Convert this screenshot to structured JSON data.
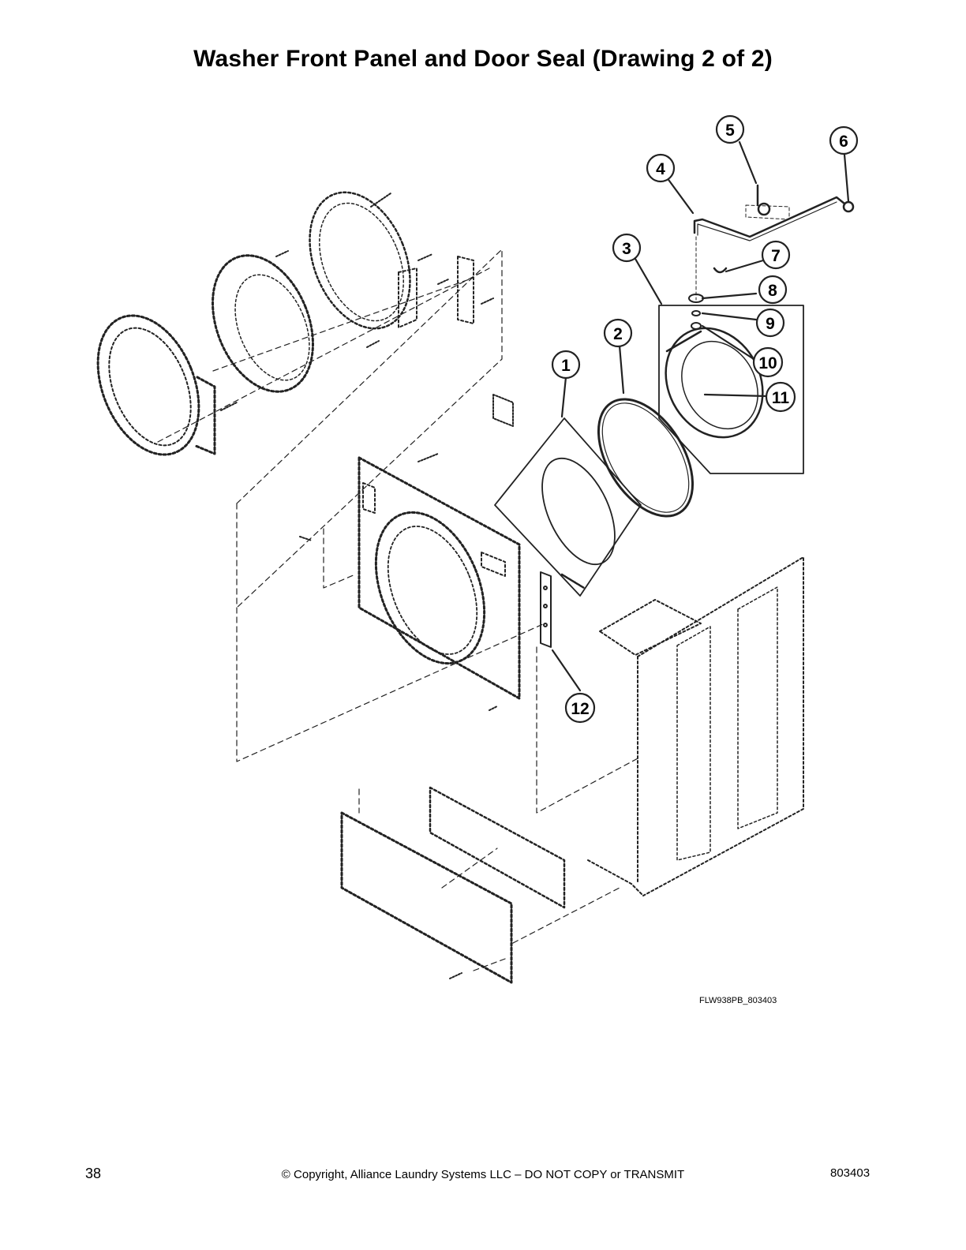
{
  "title": "Washer Front Panel and Door Seal (Drawing 2 of 2)",
  "drawing_id": "FLW938PB_803403",
  "footer": {
    "page_number": "38",
    "copyright": "© Copyright, Alliance Laundry Systems LLC – DO NOT COPY or TRANSMIT",
    "doc_number": "803403"
  },
  "callouts": [
    "1",
    "2",
    "3",
    "4",
    "5",
    "6",
    "7",
    "8",
    "9",
    "10",
    "11",
    "12"
  ]
}
